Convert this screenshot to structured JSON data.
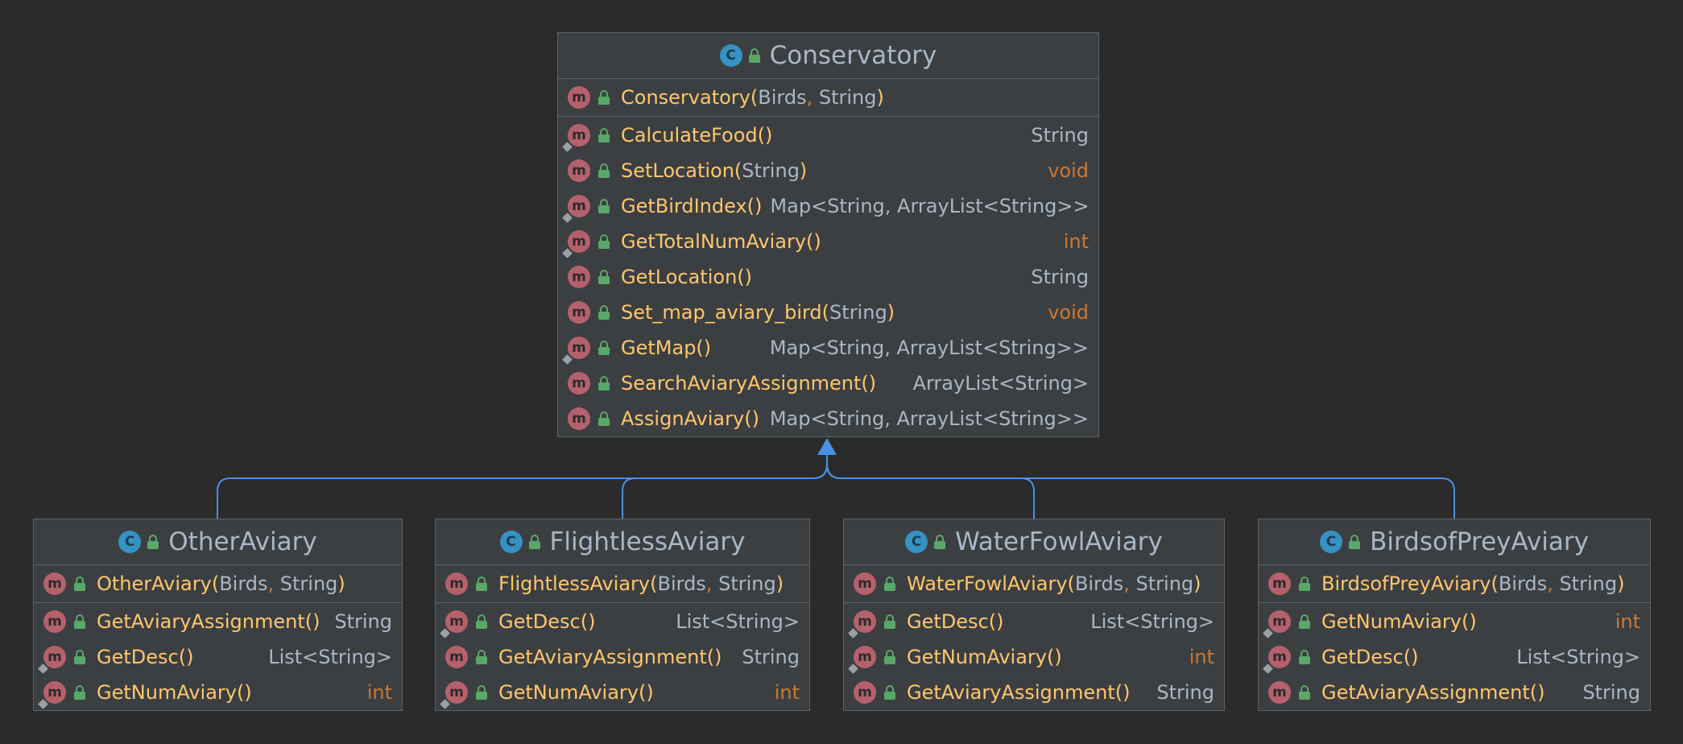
{
  "classes": {
    "conservatory": {
      "name": "Conservatory",
      "constructor": {
        "name": "Conservatory",
        "params": [
          "Birds",
          "String"
        ]
      },
      "methods": [
        {
          "name": "CalculateFood",
          "params": [],
          "ret": "String",
          "kw": false,
          "pin": true
        },
        {
          "name": "SetLocation",
          "params": [
            "String"
          ],
          "ret": "void",
          "kw": true,
          "pin": false
        },
        {
          "name": "GetBirdIndex",
          "params": [],
          "ret": "Map<String, ArrayList<String>>",
          "kw": false,
          "pin": true
        },
        {
          "name": "GetTotalNumAviary",
          "params": [],
          "ret": "int",
          "kw": true,
          "pin": true
        },
        {
          "name": "GetLocation",
          "params": [],
          "ret": "String",
          "kw": false,
          "pin": false
        },
        {
          "name": "Set_map_aviary_bird",
          "params": [
            "String"
          ],
          "ret": "void",
          "kw": true,
          "pin": false
        },
        {
          "name": "GetMap",
          "params": [],
          "ret": "Map<String, ArrayList<String>>",
          "kw": false,
          "pin": true
        },
        {
          "name": "SearchAviaryAssignment",
          "params": [],
          "ret": "ArrayList<String>",
          "kw": false,
          "pin": false
        },
        {
          "name": "AssignAviary",
          "params": [],
          "ret": "Map<String, ArrayList<String>>",
          "kw": false,
          "pin": false
        }
      ]
    },
    "other": {
      "name": "OtherAviary",
      "constructor": {
        "name": "OtherAviary",
        "params": [
          "Birds",
          "String"
        ]
      },
      "methods": [
        {
          "name": "GetAviaryAssignment",
          "params": [],
          "ret": "String",
          "kw": false,
          "pin": false
        },
        {
          "name": "GetDesc",
          "params": [],
          "ret": "List<String>",
          "kw": false,
          "pin": true
        },
        {
          "name": "GetNumAviary",
          "params": [],
          "ret": "int",
          "kw": true,
          "pin": true
        }
      ]
    },
    "flightless": {
      "name": "FlightlessAviary",
      "constructor": {
        "name": "FlightlessAviary",
        "params": [
          "Birds",
          "String"
        ]
      },
      "methods": [
        {
          "name": "GetDesc",
          "params": [],
          "ret": "List<String>",
          "kw": false,
          "pin": true
        },
        {
          "name": "GetAviaryAssignment",
          "params": [],
          "ret": "String",
          "kw": false,
          "pin": false
        },
        {
          "name": "GetNumAviary",
          "params": [],
          "ret": "int",
          "kw": true,
          "pin": true
        }
      ]
    },
    "waterfowl": {
      "name": "WaterFowlAviary",
      "constructor": {
        "name": "WaterFowlAviary",
        "params": [
          "Birds",
          "String"
        ]
      },
      "methods": [
        {
          "name": "GetDesc",
          "params": [],
          "ret": "List<String>",
          "kw": false,
          "pin": true
        },
        {
          "name": "GetNumAviary",
          "params": [],
          "ret": "int",
          "kw": true,
          "pin": true
        },
        {
          "name": "GetAviaryAssignment",
          "params": [],
          "ret": "String",
          "kw": false,
          "pin": false
        }
      ]
    },
    "birdsofprey": {
      "name": "BirdsofPreyAviary",
      "constructor": {
        "name": "BirdsofPreyAviary",
        "params": [
          "Birds",
          "String"
        ]
      },
      "methods": [
        {
          "name": "GetNumAviary",
          "params": [],
          "ret": "int",
          "kw": true,
          "pin": true
        },
        {
          "name": "GetDesc",
          "params": [],
          "ret": "List<String>",
          "kw": false,
          "pin": true
        },
        {
          "name": "GetAviaryAssignment",
          "params": [],
          "ret": "String",
          "kw": false,
          "pin": false
        }
      ]
    }
  },
  "inheritance": [
    {
      "from": "other",
      "to": "conservatory"
    },
    {
      "from": "flightless",
      "to": "conservatory"
    },
    {
      "from": "waterfowl",
      "to": "conservatory"
    },
    {
      "from": "birdsofprey",
      "to": "conservatory"
    }
  ],
  "icons": {
    "class": "class-icon",
    "method": "method-icon",
    "visibility": "public-lock-icon",
    "class_letter": "C",
    "method_letter": "m"
  },
  "colors": {
    "background": "#2b2b2b",
    "node": "#3c3f41",
    "method_name": "#ffc66d",
    "keyword": "#cc7832",
    "text": "#a9b7c6",
    "edge": "#4a90e2",
    "method_icon": "#b5616c",
    "class_icon": "#3592c4"
  }
}
